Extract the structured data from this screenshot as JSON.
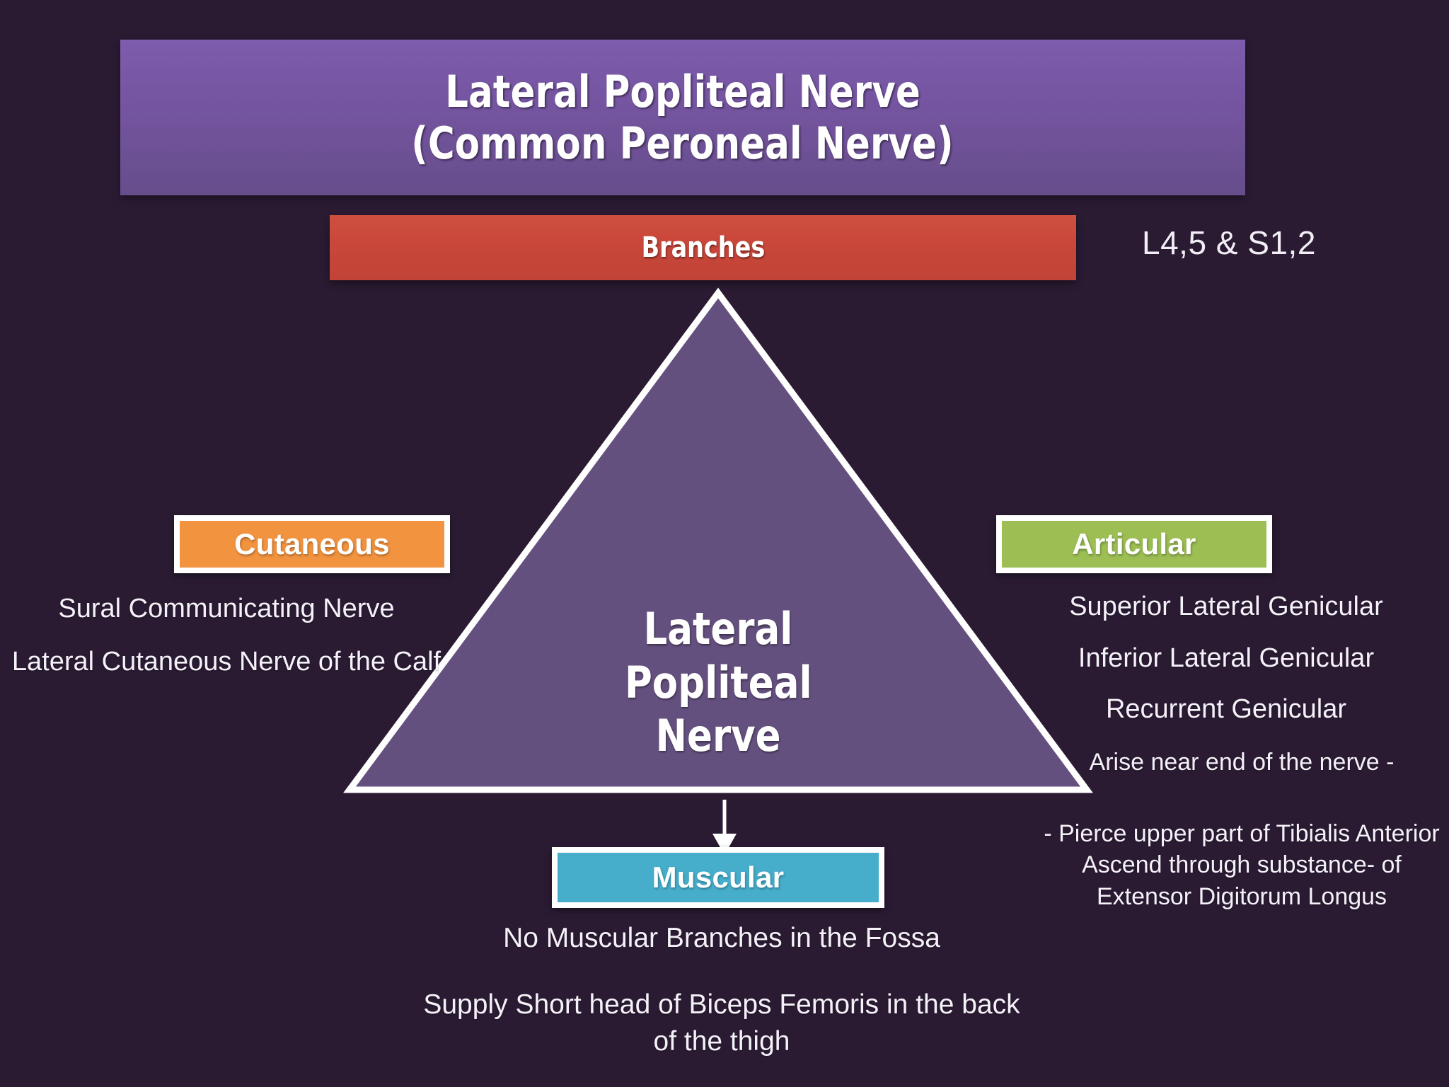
{
  "slide": {
    "background_color": "#2a1b33",
    "title": {
      "line1": "Lateral Popliteal Nerve",
      "line2": "(Common Peroneal Nerve)",
      "banner_color": "#74549f"
    },
    "branches_bar": {
      "label": "Branches",
      "color": "#c8463a"
    },
    "roots": "L4,5 & S1,2",
    "center_node": {
      "line1": "Lateral",
      "line2": "Popliteal",
      "line3": "Nerve",
      "fill_color": "#64507e",
      "border_color": "#ffffff"
    },
    "categories": [
      {
        "key": "cutaneous",
        "label": "Cutaneous",
        "color": "#f2933f",
        "items": [
          "Sural Communicating Nerve",
          "Lateral Cutaneous Nerve of the Calf"
        ]
      },
      {
        "key": "articular",
        "label": "Articular",
        "color": "#9cbe53",
        "items": [
          "Superior Lateral Genicular",
          "Inferior Lateral Genicular",
          "Recurrent Genicular"
        ],
        "notes": [
          "Arise near end of the nerve  -",
          "- Pierce upper part of Tibialis Anterior",
          "Ascend through substance- of Extensor Digitorum Longus"
        ]
      },
      {
        "key": "muscular",
        "label": "Muscular",
        "color": "#46aecb",
        "items": [
          "No Muscular Branches in the Fossa",
          "Supply Short head of Biceps Femoris in the back of the thigh"
        ]
      }
    ],
    "connector": {
      "icon": "down-arrow-icon",
      "color": "#ffffff"
    }
  }
}
